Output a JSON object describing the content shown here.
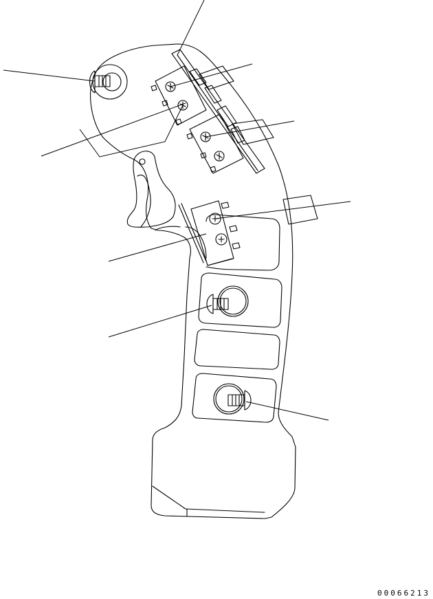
{
  "drawing": {
    "subject": "joystick-grip-assembly",
    "part_code": "00066213",
    "colors": {
      "line": "#000000",
      "background": "#ffffff"
    },
    "leader_lines": 8,
    "components": [
      "grip-housing",
      "trigger-lever",
      "upper-micro-switch",
      "middle-micro-switch",
      "lower-micro-switch",
      "switch-mounting-bracket",
      "screw-top-left",
      "screw-middle",
      "screw-lower"
    ]
  }
}
